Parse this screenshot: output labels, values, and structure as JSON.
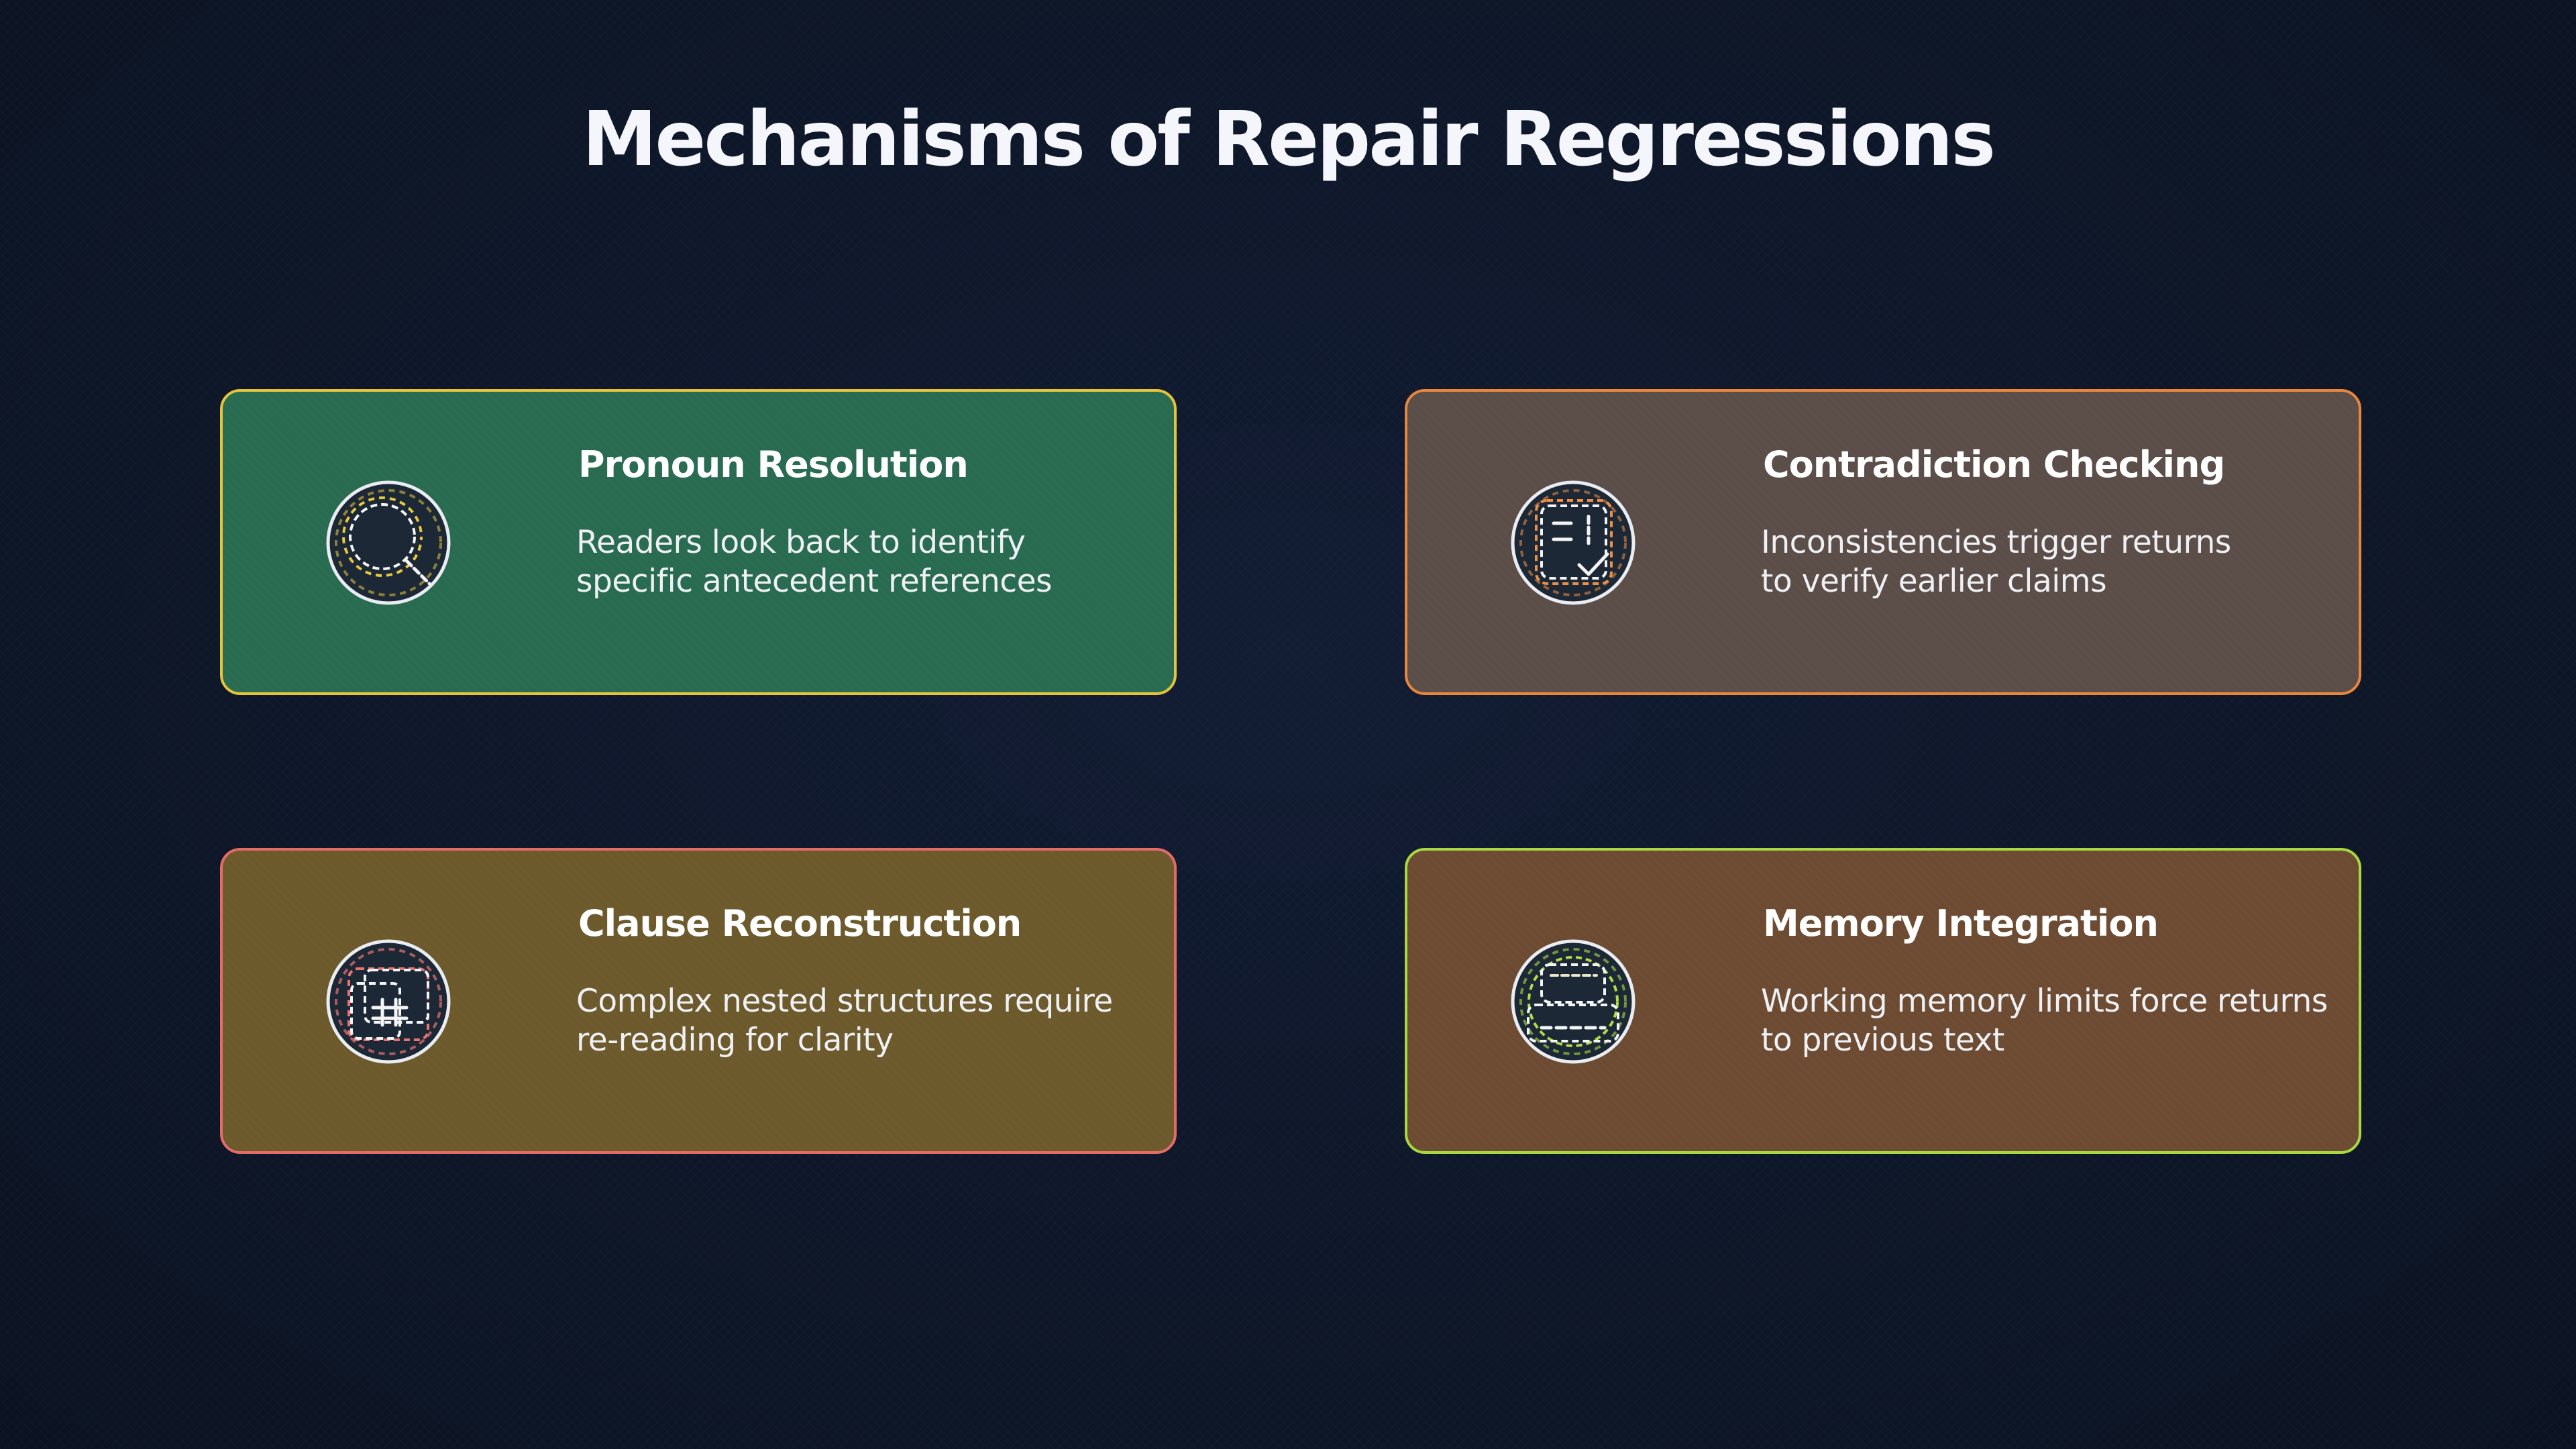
{
  "title": "Mechanisms of Repair Regressions",
  "cards": [
    {
      "title": "Pronoun Resolution",
      "desc_lines": [
        "Readers look back to identify",
        "specific antecedent references"
      ],
      "icon": "magnifier-icon",
      "bg": "#286b50",
      "border": "#e3c43a",
      "accent": "#e7c83c"
    },
    {
      "title": "Contradiction Checking",
      "desc_lines": [
        "Inconsistencies trigger returns",
        "to verify earlier claims"
      ],
      "icon": "document-check-icon",
      "bg": "#5b4d48",
      "border": "#e8873b",
      "accent": "#ee8f46"
    },
    {
      "title": "Clause Reconstruction",
      "desc_lines": [
        "Complex nested structures require",
        "re-reading for clarity"
      ],
      "icon": "structure-grid-icon",
      "bg": "#6c5a2c",
      "border": "#e46b68",
      "accent": "#e8736f"
    },
    {
      "title": "Memory Integration",
      "desc_lines": [
        "Working memory limits force returns",
        "to previous text"
      ],
      "icon": "memory-stack-icon",
      "bg": "#6c4b32",
      "border": "#a7d83f",
      "accent": "#b0dc45"
    }
  ]
}
